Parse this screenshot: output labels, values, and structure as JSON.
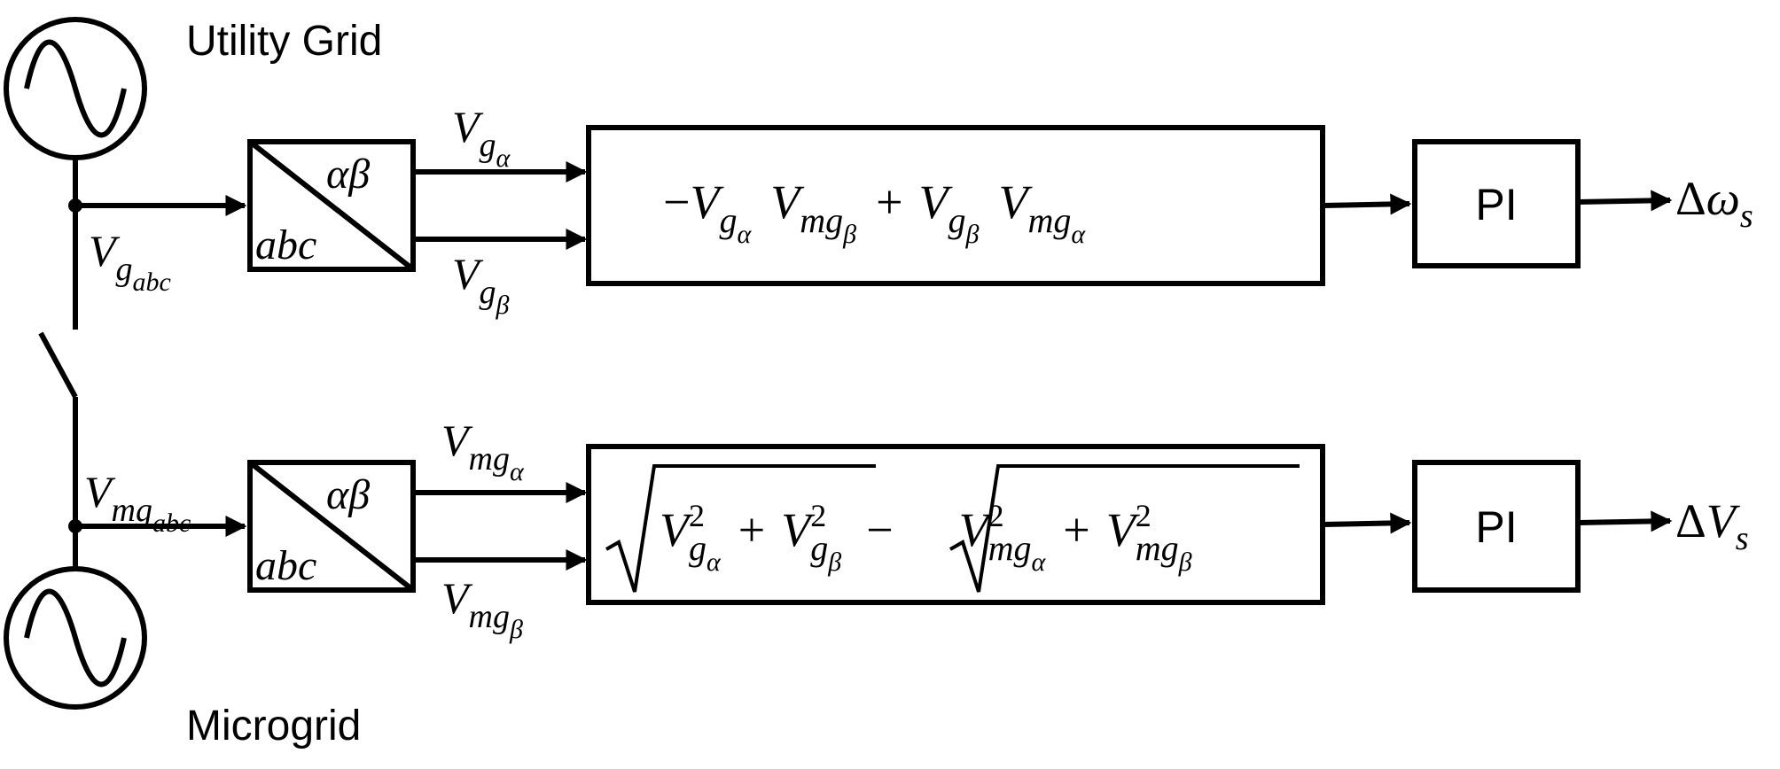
{
  "sources": {
    "top_label": "Utility Grid",
    "bottom_label": "Microgrid"
  },
  "signals": {
    "grid_abc": {
      "base": "V",
      "sub": "g",
      "subsub": "abc"
    },
    "mg_abc": {
      "base": "V",
      "sub": "mg",
      "subsub": "abc"
    },
    "grid_alpha": {
      "base": "V",
      "sub": "g",
      "subsub": "α"
    },
    "grid_beta": {
      "base": "V",
      "sub": "g",
      "subsub": "β"
    },
    "mg_alpha": {
      "base": "V",
      "sub": "mg",
      "subsub": "α"
    },
    "mg_beta": {
      "base": "V",
      "sub": "mg",
      "subsub": "β"
    }
  },
  "transform": {
    "in_label": "abc",
    "out_label": "αβ"
  },
  "blocks": {
    "phase_expr": {
      "minus": "−",
      "plus": "+",
      "t1": {
        "base": "V",
        "sub": "g",
        "subsub": "α"
      },
      "t2": {
        "base": "V",
        "sub": "mg",
        "subsub": "β"
      },
      "t3": {
        "base": "V",
        "sub": "g",
        "subsub": "β"
      },
      "t4": {
        "base": "V",
        "sub": "mg",
        "subsub": "α"
      }
    },
    "amp_expr": {
      "plus": "+",
      "minus": "−",
      "square": "2",
      "t1": {
        "base": "V",
        "sub": "g",
        "subsub": "α"
      },
      "t2": {
        "base": "V",
        "sub": "g",
        "subsub": "β"
      },
      "t3": {
        "base": "V",
        "sub": "mg",
        "subsub": "α"
      },
      "t4": {
        "base": "V",
        "sub": "mg",
        "subsub": "β"
      }
    },
    "pi_label": "PI"
  },
  "outputs": {
    "top": {
      "prefix": "Δ",
      "base": "ω",
      "sub": "s"
    },
    "bottom": {
      "prefix": "Δ",
      "base": "V",
      "sub": "s"
    }
  }
}
